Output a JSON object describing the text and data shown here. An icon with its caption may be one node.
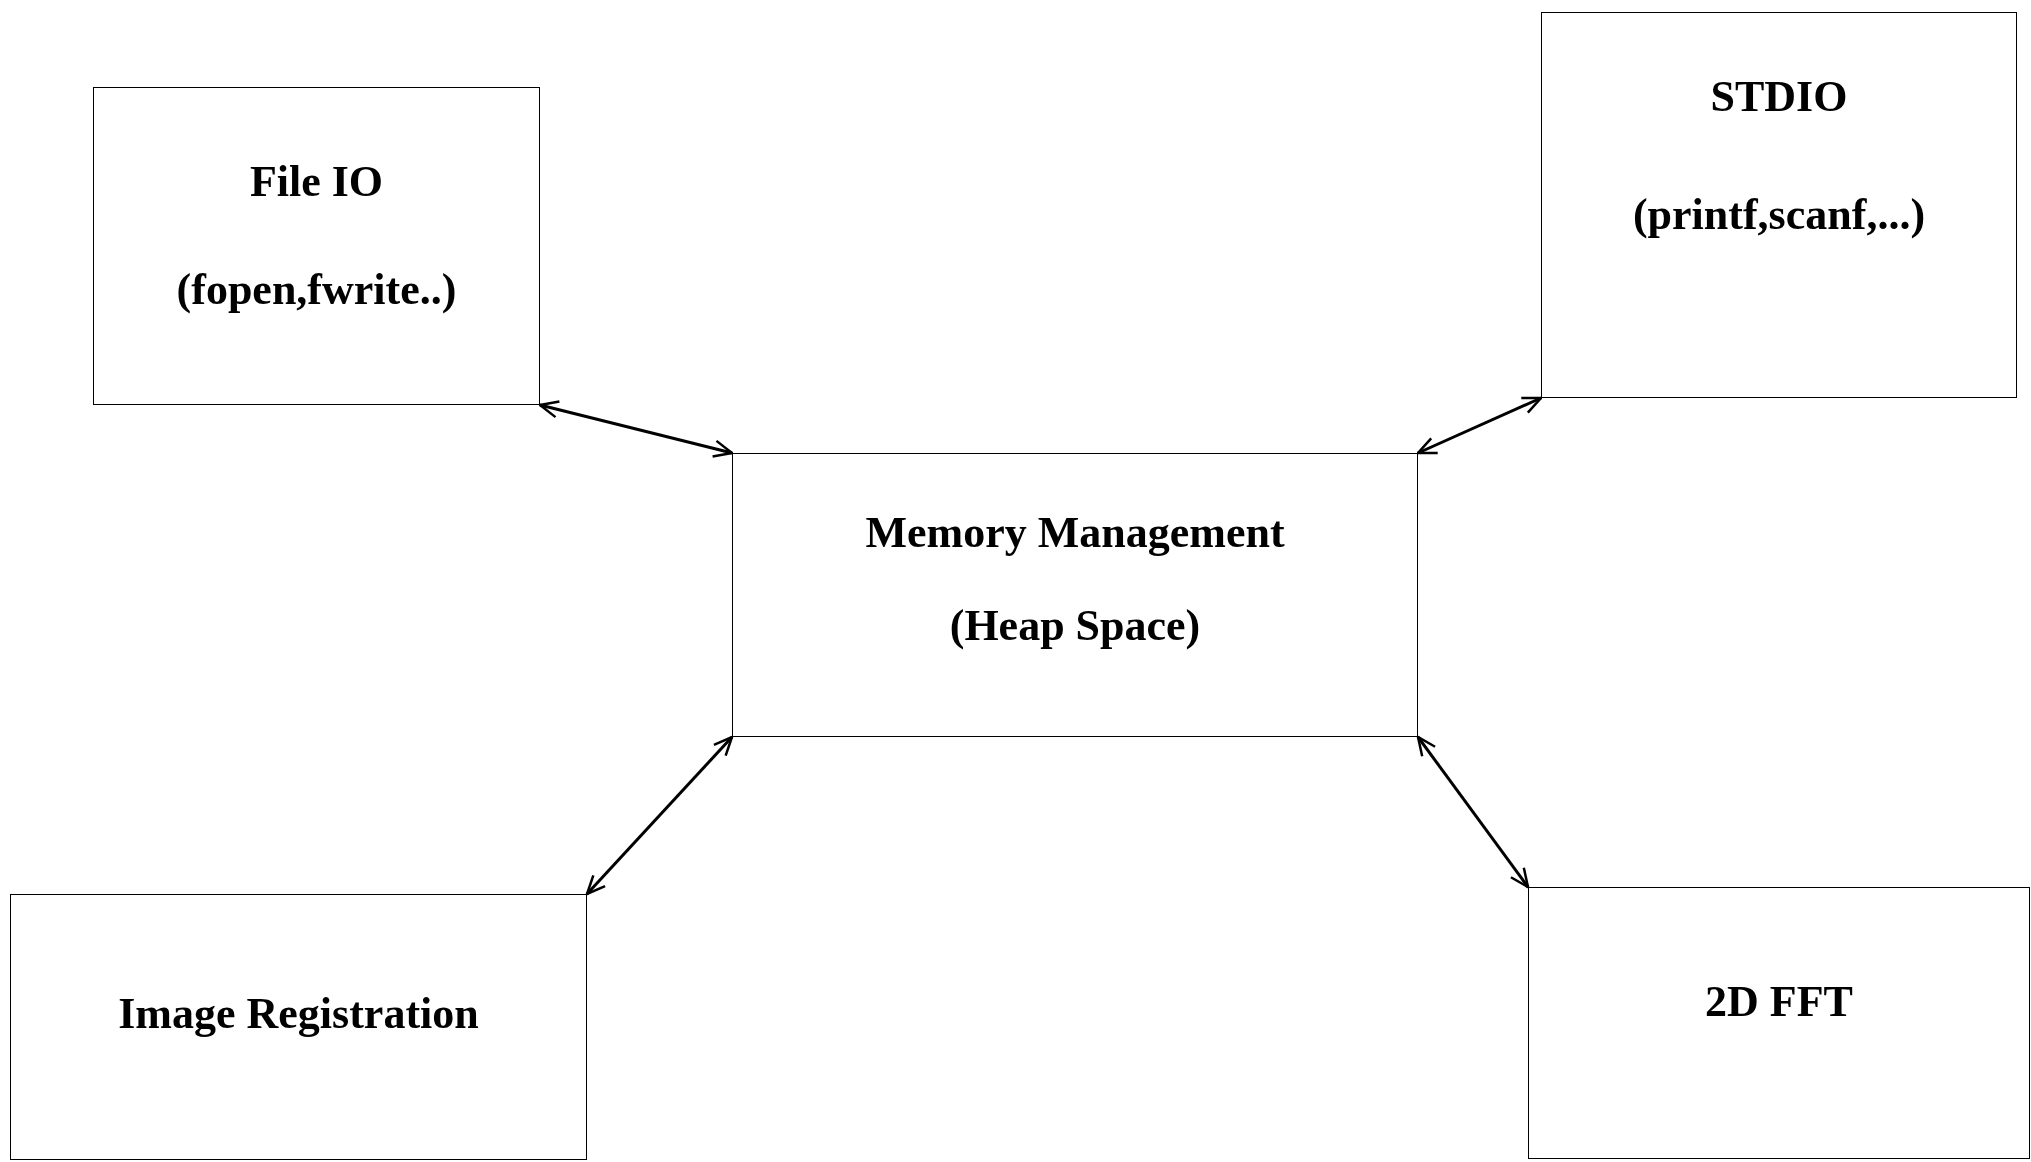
{
  "diagram": {
    "nodes": [
      {
        "text": [
          "File IO",
          "(fopen,fwrite..)"
        ]
      },
      {
        "text": [
          "STDIO",
          "(printf,scanf,...)"
        ]
      },
      {
        "text": [
          "Memory Management",
          "(Heap Space)"
        ]
      },
      {
        "text": [
          "Image Registration"
        ]
      },
      {
        "text": [
          "2D FFT"
        ]
      }
    ],
    "edges": [
      {
        "from": 0,
        "to": 2,
        "arrow": "both"
      },
      {
        "from": 1,
        "to": 2,
        "arrow": "both"
      },
      {
        "from": 2,
        "to": 3,
        "arrow": "both"
      },
      {
        "from": 2,
        "to": 4,
        "arrow": "both"
      }
    ]
  }
}
